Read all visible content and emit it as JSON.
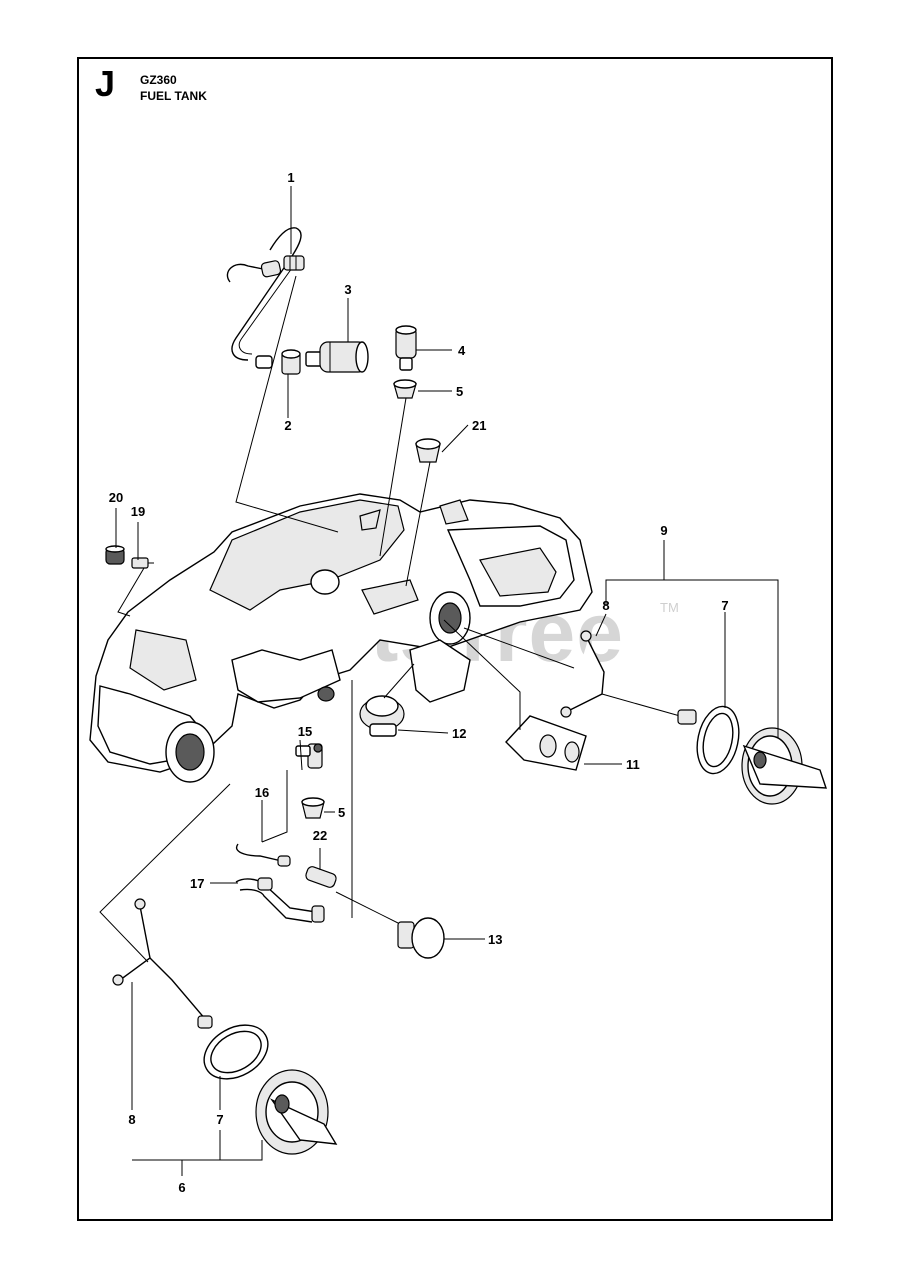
{
  "header": {
    "section_letter": "J",
    "model": "GZ360",
    "title": "FUEL TANK"
  },
  "watermark": {
    "text": "PartsTree",
    "trademark": "TM"
  },
  "callouts": {
    "c1": "1",
    "c2": "2",
    "c3": "3",
    "c4": "4",
    "c5a": "5",
    "c5b": "5",
    "c6": "6",
    "c7a": "7",
    "c7b": "7",
    "c8a": "8",
    "c8b": "8",
    "c9": "9",
    "c11": "11",
    "c12": "12",
    "c13": "13",
    "c15": "15",
    "c16": "16",
    "c17": "17",
    "c19": "19",
    "c20": "20",
    "c21": "21",
    "c22": "22"
  }
}
